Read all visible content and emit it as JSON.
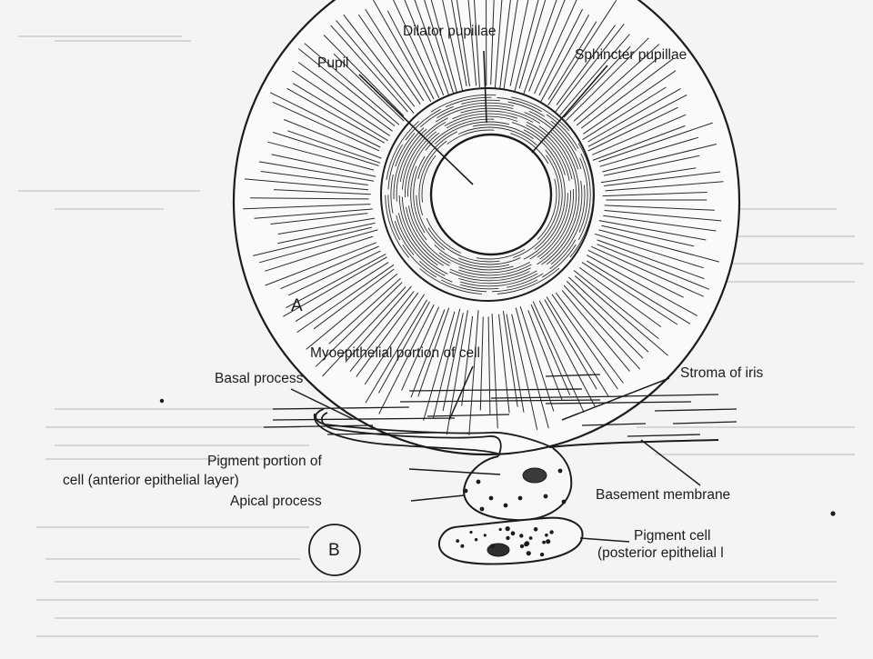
{
  "figure_a": {
    "panel_label": "A",
    "labels": {
      "dilator": "Dilator pupillae",
      "sphincter": "Sphincter pupillae",
      "pupil": "Pupil"
    }
  },
  "figure_b": {
    "panel_label": "B",
    "labels": {
      "myoepithelial": "Myoepithelial portion of cell",
      "basal": "Basal process",
      "stroma": "Stroma of iris",
      "pigment_portion_line1": "Pigment portion of",
      "pigment_portion_line2": "cell (anterior epithelial layer)",
      "apical": "Apical process",
      "basement": "Basement membrane",
      "pigment_cell_line1": "Pigment cell",
      "pigment_cell_line2": "(posterior epithelial l"
    }
  },
  "colors": {
    "ink": "#1c1c1c",
    "paper": "#f4f4f4",
    "faint": "#d4d4d4"
  }
}
